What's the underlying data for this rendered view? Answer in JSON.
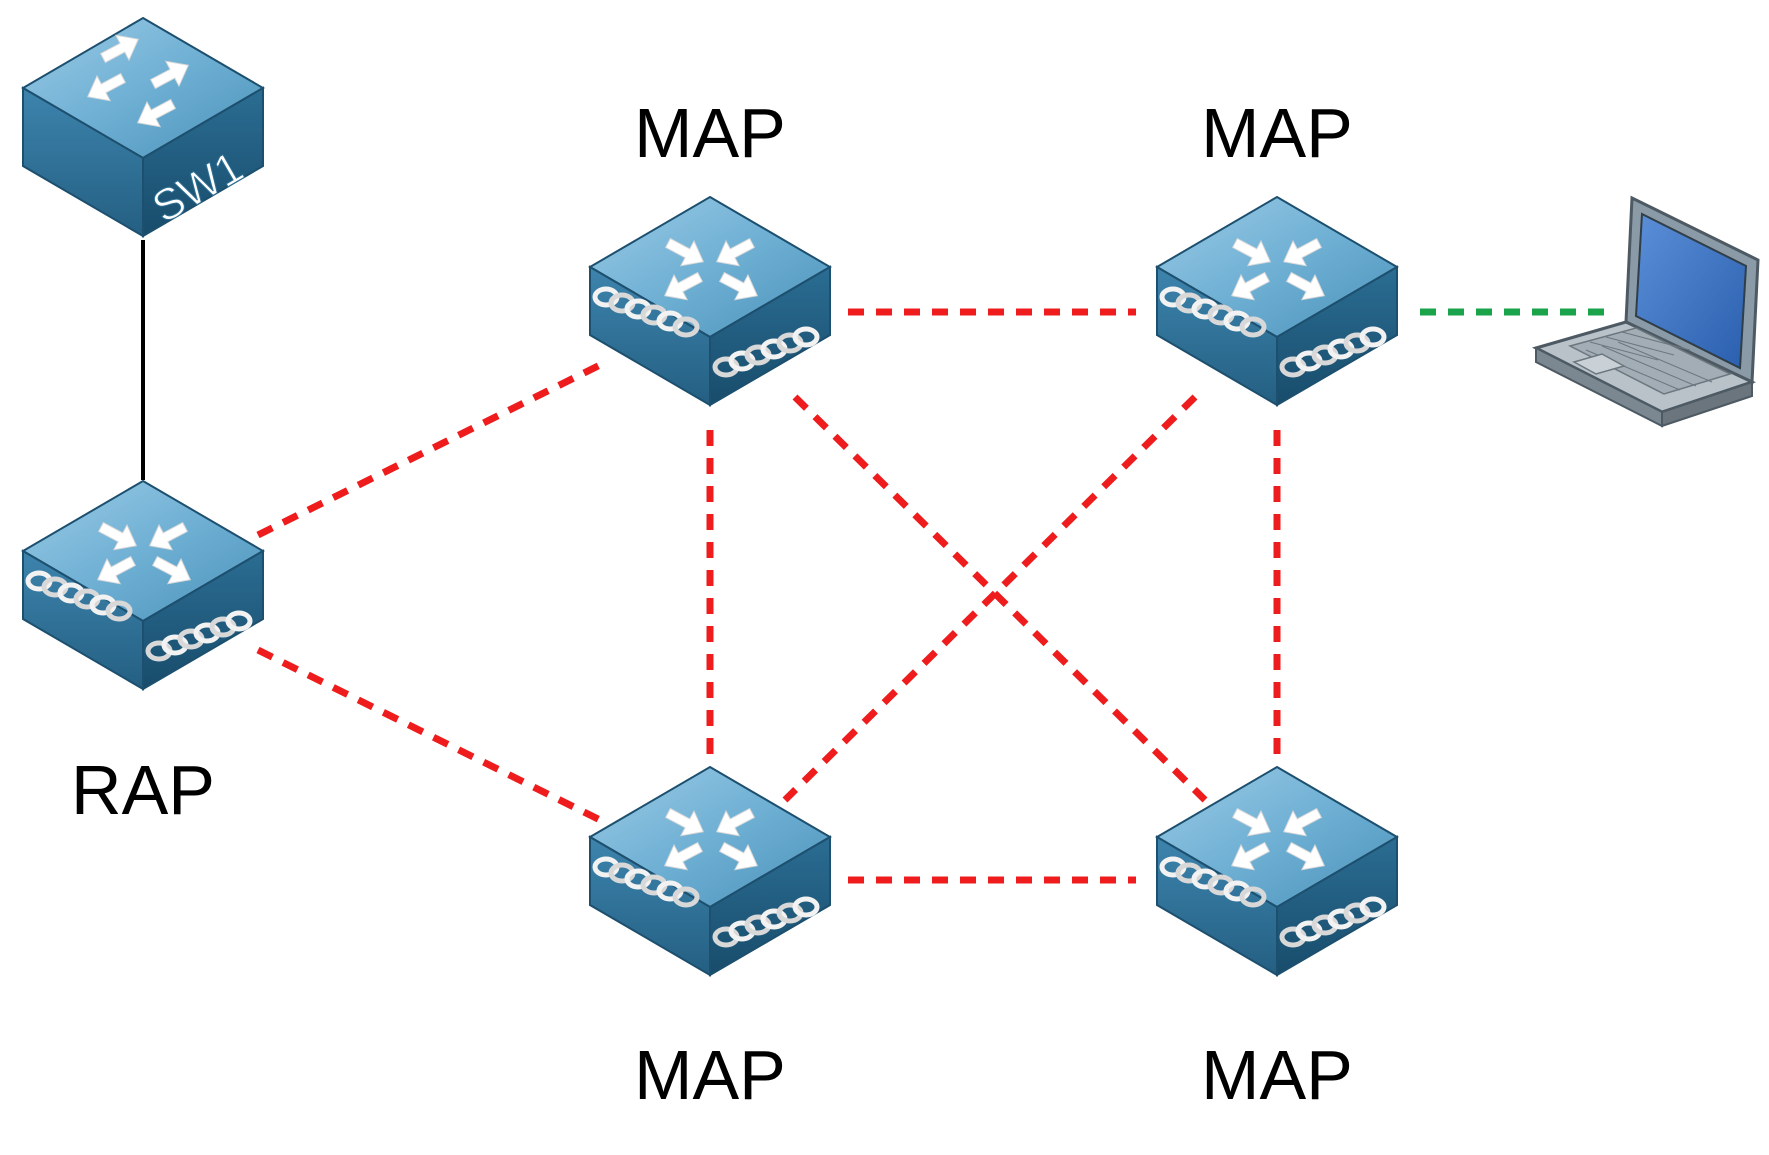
{
  "devices": {
    "sw1": {
      "label": "SW1",
      "icon": "switch-icon"
    },
    "rap": {
      "label": "RAP",
      "icon": "mesh-access-point-icon"
    },
    "map_top_left": {
      "label": "MAP",
      "icon": "mesh-access-point-icon"
    },
    "map_top_right": {
      "label": "MAP",
      "icon": "mesh-access-point-icon"
    },
    "map_bottom_left": {
      "label": "MAP",
      "icon": "mesh-access-point-icon"
    },
    "map_bottom_right": {
      "label": "MAP",
      "icon": "mesh-access-point-icon"
    },
    "laptop": {
      "icon": "laptop-icon"
    }
  },
  "links": [
    {
      "from": "sw1",
      "to": "rap",
      "style": "solid",
      "color": "#000000"
    },
    {
      "from": "rap",
      "to": "map_top_left",
      "style": "dashed",
      "color": "#ee1c1c"
    },
    {
      "from": "rap",
      "to": "map_bottom_left",
      "style": "dashed",
      "color": "#ee1c1c"
    },
    {
      "from": "map_top_left",
      "to": "map_top_right",
      "style": "dashed",
      "color": "#ee1c1c"
    },
    {
      "from": "map_top_left",
      "to": "map_bottom_left",
      "style": "dashed",
      "color": "#ee1c1c"
    },
    {
      "from": "map_top_left",
      "to": "map_bottom_right",
      "style": "dashed",
      "color": "#ee1c1c"
    },
    {
      "from": "map_top_right",
      "to": "map_bottom_left",
      "style": "dashed",
      "color": "#ee1c1c"
    },
    {
      "from": "map_top_right",
      "to": "map_bottom_right",
      "style": "dashed",
      "color": "#ee1c1c"
    },
    {
      "from": "map_bottom_left",
      "to": "map_bottom_right",
      "style": "dashed",
      "color": "#ee1c1c"
    },
    {
      "from": "map_top_right",
      "to": "laptop",
      "style": "dashed",
      "color": "#1aa34a"
    }
  ],
  "colors": {
    "device_top": "#6fb0d4",
    "device_left": "#2f7197",
    "device_right": "#1f5b7e",
    "mesh_link": "#ee1c1c",
    "client_link": "#1aa34a"
  }
}
